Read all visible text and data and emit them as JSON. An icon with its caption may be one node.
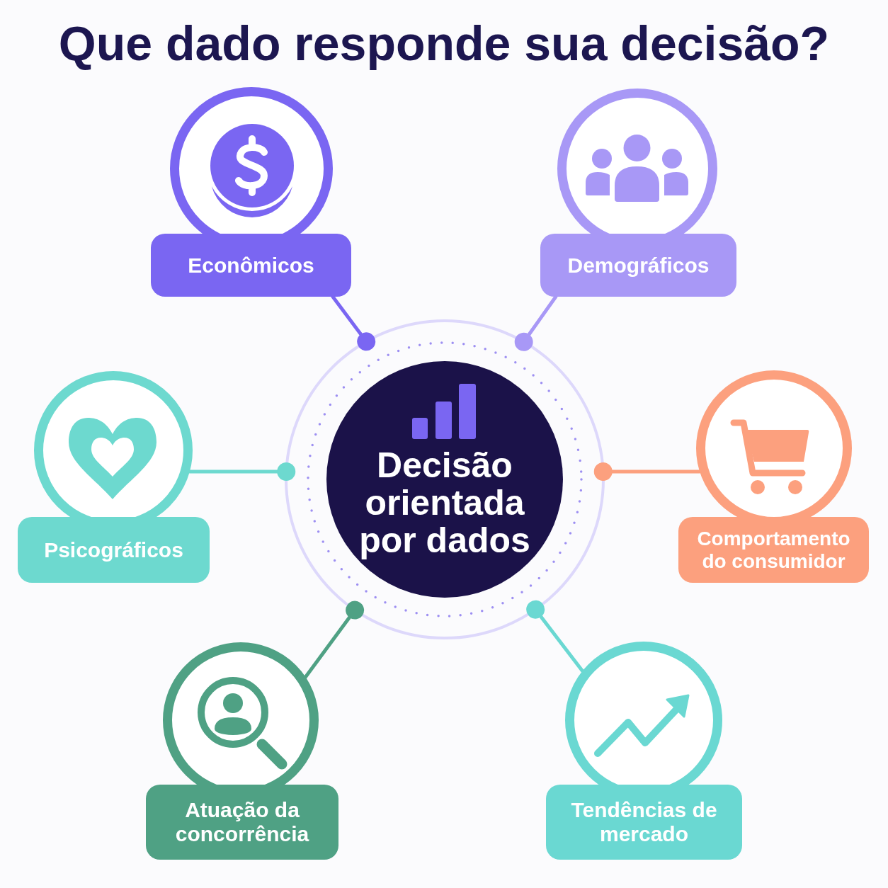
{
  "diagram": {
    "title": "Que dado responde sua decisão?",
    "nodes": [
      {
        "text": [],
        "shape": "circle"
      },
      {
        "text": [
          "Econômicos"
        ]
      },
      {
        "text": [],
        "shape": "circle"
      },
      {
        "text": [
          "Demográficos"
        ]
      },
      {
        "text": [],
        "shape": "circle"
      },
      {
        "text": [
          "Psicográficos"
        ]
      },
      {
        "text": [
          "Decisão orientada por dados"
        ]
      },
      {
        "text": [],
        "shape": "circle"
      },
      {
        "text": [
          "Comportamento do consumidor"
        ]
      },
      {
        "text": [],
        "shape": "circle"
      },
      {
        "text": [
          "Atuação da concorrência"
        ]
      },
      {
        "text": [],
        "shape": "circle"
      },
      {
        "text": [
          "Tendências de mercado"
        ]
      }
    ],
    "edges": [
      {
        "from": 1,
        "to": 6,
        "arrow": "other",
        "color": "#7a66f2"
      },
      {
        "from": 3,
        "to": 6,
        "arrow": "other",
        "color": "#a898f6"
      },
      {
        "from": 4,
        "to": 6,
        "arrow": "other",
        "color": "#6dd9cf"
      },
      {
        "from": 7,
        "to": 6,
        "arrow": "other",
        "color": "#fca07e"
      },
      {
        "from": 9,
        "to": 6,
        "arrow": "other",
        "color": "#4fa184"
      },
      {
        "from": 11,
        "to": 6,
        "arrow": "other",
        "color": "#6ad8d2"
      }
    ]
  }
}
